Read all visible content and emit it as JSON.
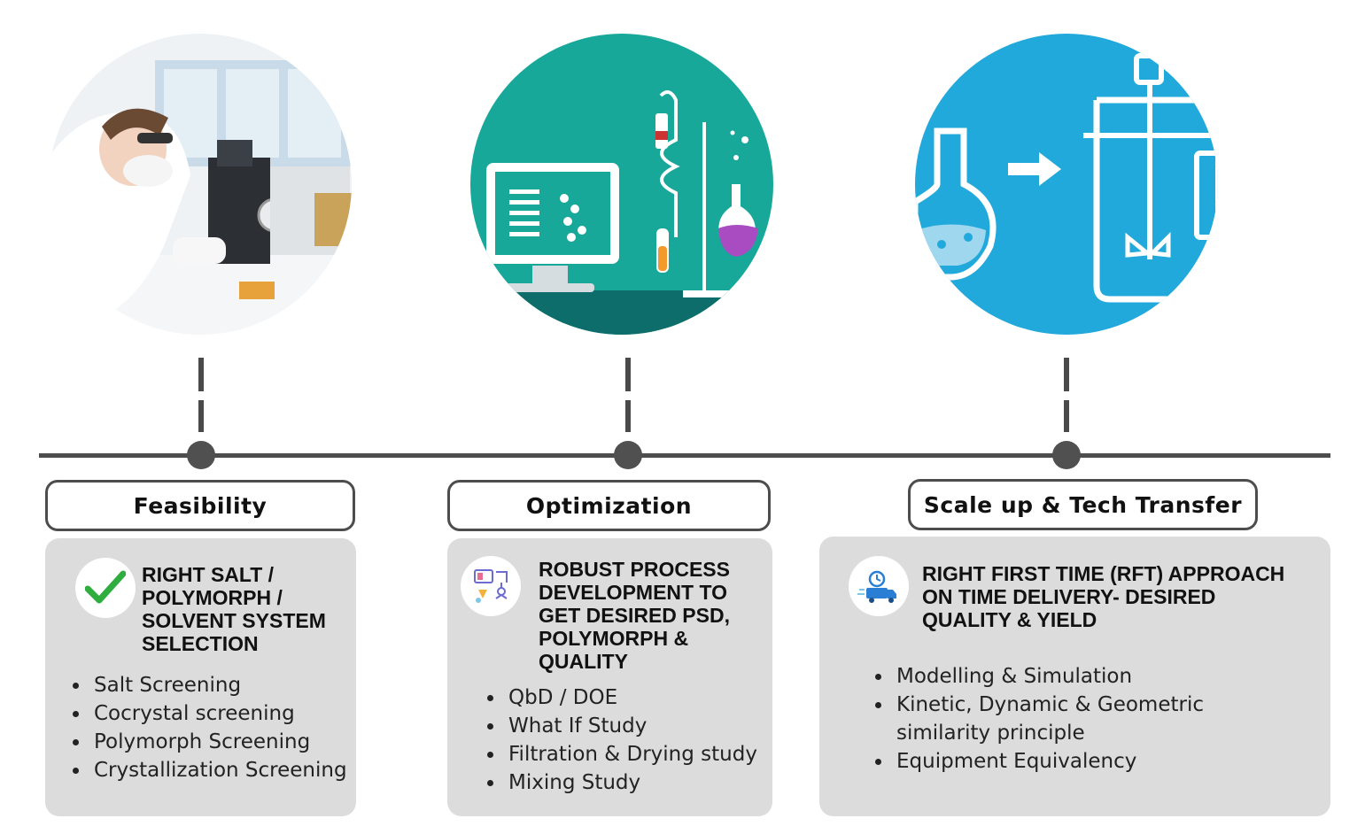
{
  "stages": [
    {
      "label": "Feasibility",
      "headline": "RIGHT SALT /\nPOLYMORPH /\nSOLVENT SYSTEM\nSELECTION",
      "icon": "checkmark-icon",
      "bullets": [
        "Salt Screening",
        "Cocrystal screening",
        "Polymorph Screening",
        "Crystallization Screening"
      ]
    },
    {
      "label": "Optimization",
      "headline": "ROBUST PROCESS\nDEVELOPMENT TO\nGET DESIRED PSD,\nPOLYMORPH &\nQUALITY",
      "icon": "process-design-icon",
      "bullets": [
        "QbD / DOE",
        "What If Study",
        " Filtration & Drying study",
        "Mixing Study"
      ]
    },
    {
      "label": "Scale up & Tech Transfer",
      "headline": "RIGHT FIRST TIME (RFT) APPROACH\nON TIME DELIVERY- DESIRED\nQUALITY & YIELD",
      "icon": "delivery-truck-icon",
      "bullets": [
        "Modelling & Simulation",
        "Kinetic, Dynamic & Geometric similarity principle",
        "Equipment Equivalency"
      ]
    }
  ],
  "colors": {
    "timeline": "#4d4d4d",
    "card_bg": "#dcdcdc",
    "teal": "#17a89a",
    "sky_blue": "#22a9dc",
    "check_green": "#2fae3f"
  }
}
